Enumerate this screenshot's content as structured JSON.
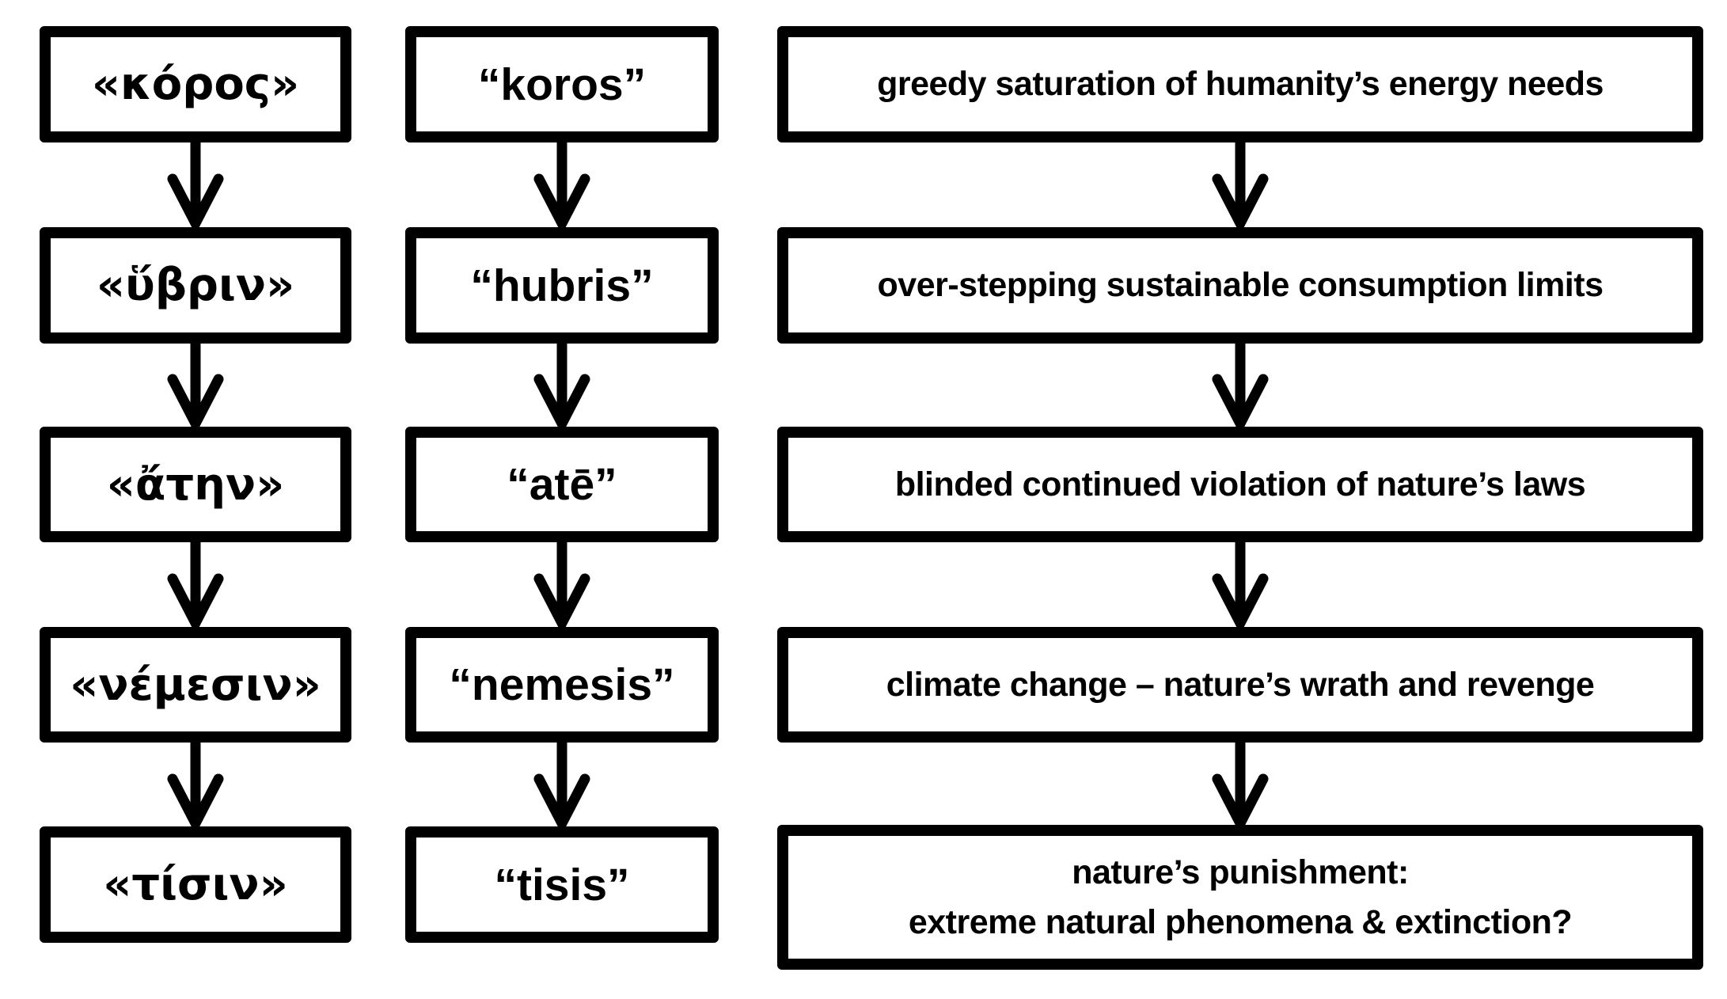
{
  "diagram": {
    "colors": {
      "ink": "#000000",
      "background": "#ffffff"
    },
    "columns": [
      {
        "name": "greek-terms",
        "boxes": [
          {
            "text": "«κόρος»"
          },
          {
            "text": "«ὕβριν»"
          },
          {
            "text": "«ἄτην»"
          },
          {
            "text": "«νέμεσιν»"
          },
          {
            "text": "«τίσιν»"
          }
        ]
      },
      {
        "name": "transliterations",
        "boxes": [
          {
            "text": "“koros”"
          },
          {
            "text": "“hubris”"
          },
          {
            "text": "“atē”"
          },
          {
            "text": "“nemesis”"
          },
          {
            "text": "“tisis”"
          }
        ]
      },
      {
        "name": "meanings",
        "boxes": [
          {
            "text": "greedy saturation of humanity’s energy needs"
          },
          {
            "text": "over-stepping sustainable consumption limits"
          },
          {
            "text": "blinded continued violation of nature’s laws"
          },
          {
            "text": "climate change – nature’s wrath and revenge"
          },
          {
            "text": "nature’s punishment:\nextreme natural phenomena & extinction?"
          }
        ]
      }
    ]
  }
}
